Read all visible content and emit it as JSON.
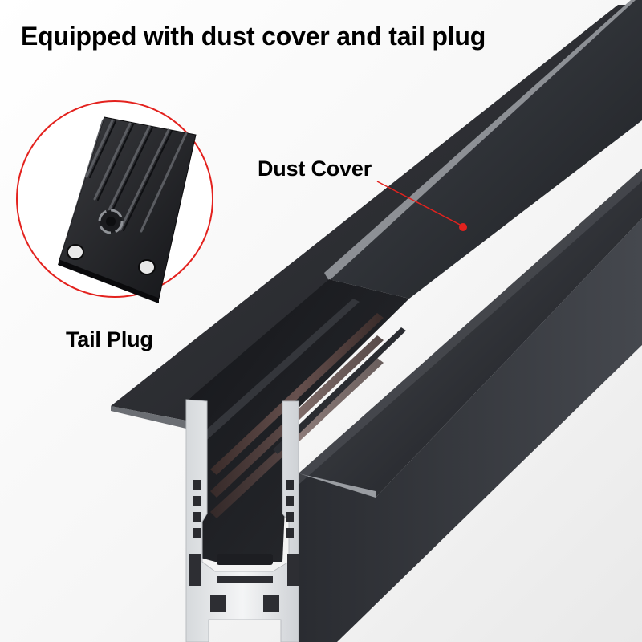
{
  "headline": "Equipped with dust cover and tail plug",
  "callouts": {
    "dust_cover": "Dust Cover",
    "tail_plug": "Tail Plug"
  },
  "colors": {
    "callout_red": "#e3221e",
    "text": "#000000",
    "profile_dark": "#1d1e21",
    "profile_silver": "#e6e8ea"
  },
  "icons": {
    "tail_plug_detail": "tail-plug-icon",
    "callout_dot": "pointer-dot-icon"
  }
}
